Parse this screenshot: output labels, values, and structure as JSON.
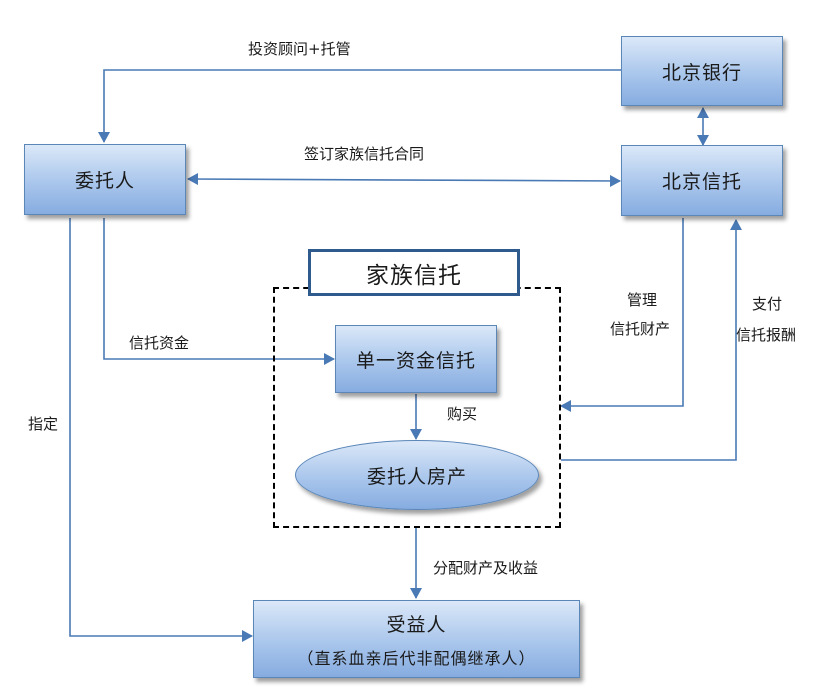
{
  "nodes": {
    "bank": "北京银行",
    "client": "委托人",
    "trust_company": "北京信托",
    "family_trust": "家族信托",
    "single_fund_trust": "单一资金信托",
    "property": "委托人房产",
    "beneficiary": "受益人",
    "beneficiary_note": "（直系血亲后代非配偶继承人）"
  },
  "edges": {
    "advisory_custody": "投资顾问+托管",
    "sign_contract": "签订家族信托合同",
    "trust_funds": "信托资金",
    "purchase": "购买",
    "designate": "指定",
    "manage_line1": "管理",
    "manage_line2": "信托财产",
    "pay_line1": "支付",
    "pay_line2": "信托报酬",
    "distribute": "分配财产及收益"
  },
  "colors": {
    "arrow": "#4a7ab5",
    "box_border": "#5a86b8",
    "title_border": "#2f5a8e"
  }
}
